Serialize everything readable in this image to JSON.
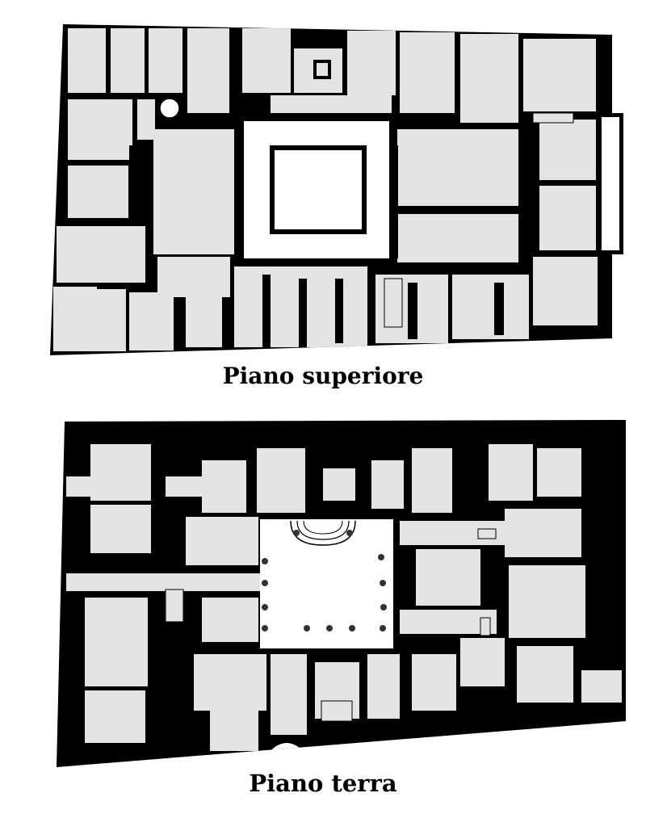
{
  "plans": [
    {
      "id": "upper",
      "title": "Piano superiore"
    },
    {
      "id": "ground",
      "title": "Piano terra"
    }
  ],
  "colors": {
    "wall": "#000000",
    "room": "#e3e3e3",
    "open": "#ffffff",
    "column": "#333333"
  }
}
